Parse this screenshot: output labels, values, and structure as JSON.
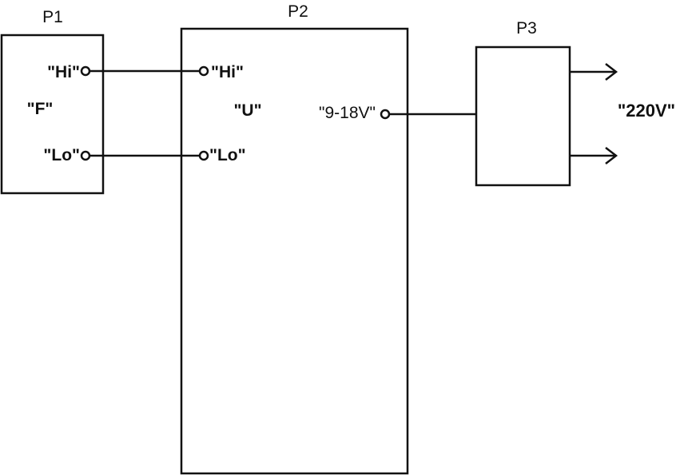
{
  "blocks": {
    "p1": {
      "title": "P1",
      "hi": "\"Hi\"",
      "function": "\"F\"",
      "lo": "\"Lo\""
    },
    "p2": {
      "title": "P2",
      "hi": "\"Hi\"",
      "function": "\"U\"",
      "lo": "\"Lo\"",
      "output": "\"9-18V\""
    },
    "p3": {
      "title": "P3",
      "output": "\"220V\""
    }
  }
}
